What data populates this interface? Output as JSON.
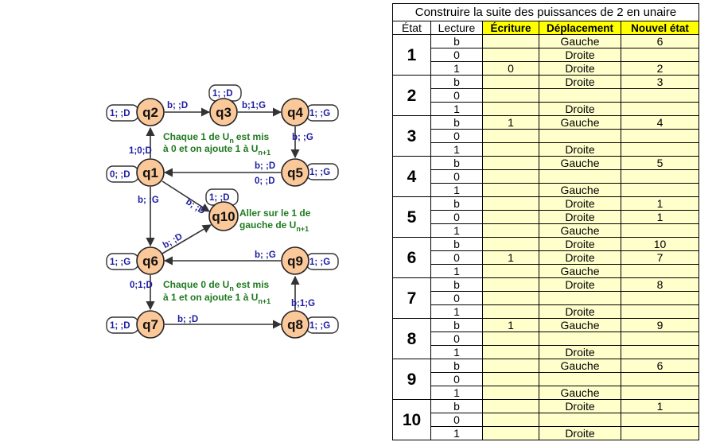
{
  "diagram": {
    "states": [
      {
        "id": "q1",
        "label": "q1"
      },
      {
        "id": "q2",
        "label": "q2"
      },
      {
        "id": "q3",
        "label": "q3"
      },
      {
        "id": "q4",
        "label": "q4"
      },
      {
        "id": "q5",
        "label": "q5"
      },
      {
        "id": "q6",
        "label": "q6"
      },
      {
        "id": "q7",
        "label": "q7"
      },
      {
        "id": "q8",
        "label": "q8"
      },
      {
        "id": "q9",
        "label": "q9"
      },
      {
        "id": "q10",
        "label": "q10"
      }
    ],
    "loops": {
      "q1": "0; ;D",
      "q2": "1; ;D",
      "q3": "1; ;D",
      "q4": "1; ;G",
      "q5": "1; ;G",
      "q6": "1; ;G",
      "q7": "1; ;D",
      "q8": "1; ;G",
      "q9": "1; ;G",
      "q10": "1; ;D"
    },
    "edges": {
      "q2_q3": "b; ;D",
      "q3_q4": "b;1;G",
      "q4_q5": "b; ;G",
      "q5_q1_top": "b; ;D",
      "q5_q1_bottom": "0; ;D",
      "q1_q2": "1;0;D",
      "q1_q6": "b; ;G",
      "q1_q10": "b; ;D",
      "q6_q10": "b; ;D",
      "q9_q6": "b; ;G",
      "q6_q7": "0;1;D",
      "q7_q8": "b; ;D",
      "q8_q9": "b;1;G"
    },
    "notes": {
      "top_line1_a": "Chaque 1 de U",
      "top_line1_sub": "n",
      "top_line1_b": "est mis",
      "top_line2_a": "à 0 et on ajoute 1 à U",
      "top_line2_sub": "n+1",
      "mid_line1": "Aller sur le 1 de",
      "mid_line2_a": "gauche de U",
      "mid_line2_sub": "n+1",
      "bot_line1_a": "Chaque 0 de U",
      "bot_line1_sub": "n",
      "bot_line1_b": "est mis",
      "bot_line2_a": "à 1 et on ajoute 1 à U",
      "bot_line2_sub": "n+1"
    }
  },
  "table": {
    "title": "Construire la suite des puissances de 2 en unaire",
    "headers": {
      "etat": "État",
      "lecture": "Lecture",
      "ecriture": "Écriture",
      "deplacement": "Déplacement",
      "nouvel": "Nouvel état"
    },
    "groups": [
      {
        "state": "1",
        "rows": [
          {
            "r": "b",
            "w": "",
            "d": "Gauche",
            "n": "6"
          },
          {
            "r": "0",
            "w": "",
            "d": "Droite",
            "n": ""
          },
          {
            "r": "1",
            "w": "0",
            "d": "Droite",
            "n": "2"
          }
        ]
      },
      {
        "state": "2",
        "rows": [
          {
            "r": "b",
            "w": "",
            "d": "Droite",
            "n": "3"
          },
          {
            "r": "0",
            "w": "",
            "d": "",
            "n": ""
          },
          {
            "r": "1",
            "w": "",
            "d": "Droite",
            "n": ""
          }
        ]
      },
      {
        "state": "3",
        "rows": [
          {
            "r": "b",
            "w": "1",
            "d": "Gauche",
            "n": "4"
          },
          {
            "r": "0",
            "w": "",
            "d": "",
            "n": ""
          },
          {
            "r": "1",
            "w": "",
            "d": "Droite",
            "n": ""
          }
        ]
      },
      {
        "state": "4",
        "rows": [
          {
            "r": "b",
            "w": "",
            "d": "Gauche",
            "n": "5"
          },
          {
            "r": "0",
            "w": "",
            "d": "",
            "n": ""
          },
          {
            "r": "1",
            "w": "",
            "d": "Gauche",
            "n": ""
          }
        ]
      },
      {
        "state": "5",
        "rows": [
          {
            "r": "b",
            "w": "",
            "d": "Droite",
            "n": "1"
          },
          {
            "r": "0",
            "w": "",
            "d": "Droite",
            "n": "1"
          },
          {
            "r": "1",
            "w": "",
            "d": "Gauche",
            "n": ""
          }
        ]
      },
      {
        "state": "6",
        "rows": [
          {
            "r": "b",
            "w": "",
            "d": "Droite",
            "n": "10"
          },
          {
            "r": "0",
            "w": "1",
            "d": "Droite",
            "n": "7"
          },
          {
            "r": "1",
            "w": "",
            "d": "Gauche",
            "n": ""
          }
        ]
      },
      {
        "state": "7",
        "rows": [
          {
            "r": "b",
            "w": "",
            "d": "Droite",
            "n": "8"
          },
          {
            "r": "0",
            "w": "",
            "d": "",
            "n": ""
          },
          {
            "r": "1",
            "w": "",
            "d": "Droite",
            "n": ""
          }
        ]
      },
      {
        "state": "8",
        "rows": [
          {
            "r": "b",
            "w": "1",
            "d": "Gauche",
            "n": "9"
          },
          {
            "r": "0",
            "w": "",
            "d": "",
            "n": ""
          },
          {
            "r": "1",
            "w": "",
            "d": "Droite",
            "n": ""
          }
        ]
      },
      {
        "state": "9",
        "rows": [
          {
            "r": "b",
            "w": "",
            "d": "Gauche",
            "n": "6"
          },
          {
            "r": "0",
            "w": "",
            "d": "",
            "n": ""
          },
          {
            "r": "1",
            "w": "",
            "d": "Gauche",
            "n": ""
          }
        ]
      },
      {
        "state": "10",
        "rows": [
          {
            "r": "b",
            "w": "",
            "d": "Droite",
            "n": "1"
          },
          {
            "r": "0",
            "w": "",
            "d": "",
            "n": ""
          },
          {
            "r": "1",
            "w": "",
            "d": "Droite",
            "n": ""
          }
        ]
      }
    ]
  }
}
